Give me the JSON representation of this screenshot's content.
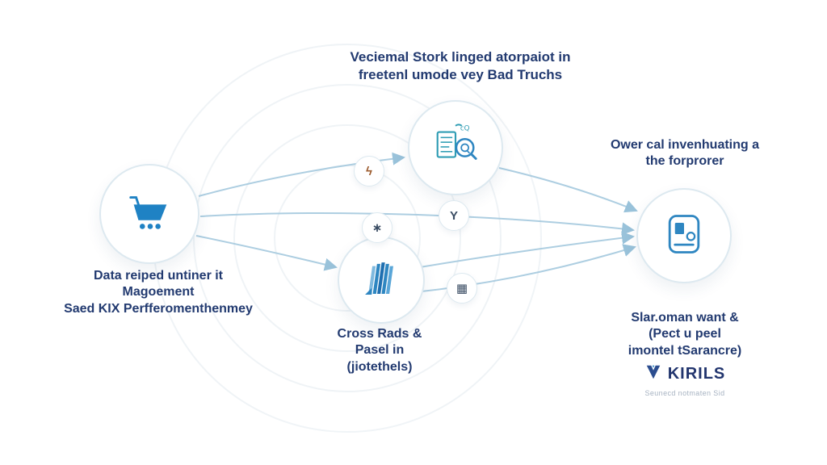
{
  "diagram": {
    "top_caption": {
      "line1": "Veciemal Stork linged atorpaiot in",
      "line2": "freetenl umode vey Bad Truchs"
    },
    "right_caption": {
      "line1": "Ower cal invenhuating a",
      "line2": "the forprorer"
    },
    "left_label": {
      "line1": "Data reiped untiner it",
      "line2": "Magoement",
      "line3": "Saed KIX Perfferomenthenmey"
    },
    "center_label": {
      "line1": "Cross Rads &",
      "line2": "Pasel in",
      "line3": "(jiotethels)"
    },
    "right_label": {
      "line1": "Slar.oman want &",
      "line2": "(Pect u peel",
      "line3": "imontel tSarancre)"
    },
    "logo": {
      "text": "KIRILS",
      "subtext": "Seunecd notmaten Sid"
    },
    "small_nodes": [
      {
        "glyph": "ϟ"
      },
      {
        "glyph": "Y"
      },
      {
        "glyph": "∗"
      },
      {
        "glyph": "▦"
      }
    ],
    "icons": {
      "left": "shopping-cart-icon",
      "top": "document-search-icon",
      "center": "book-stack-icon",
      "right": "container-icon",
      "logo": "kirils-logo-icon"
    }
  },
  "colors": {
    "accent_blue": "#2e86c1",
    "navy_text": "#223a70",
    "connector_blue": "#a5c9de",
    "node_border": "#dde9f0"
  }
}
